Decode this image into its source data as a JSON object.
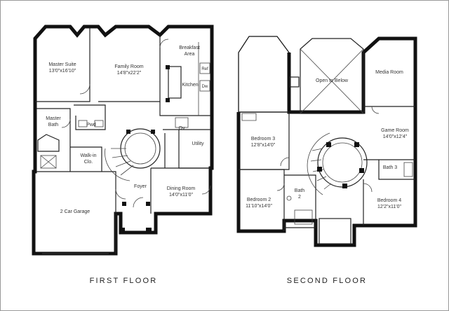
{
  "floors": [
    {
      "title": "FIRST FLOOR",
      "rooms": {
        "master_suite": {
          "name": "Master Suite",
          "dim": "13'0\"x16'10\""
        },
        "family_room": {
          "name": "Family Room",
          "dim": "14'8\"x22'2\""
        },
        "breakfast": {
          "name": "Breakfast",
          "name2": "Area"
        },
        "kitchen": {
          "name": "Kitchen"
        },
        "ref": {
          "name": "Ref"
        },
        "dw": {
          "name": "Dw"
        },
        "master_bath": {
          "name": "Master",
          "name2": "Bath"
        },
        "pwd": {
          "name": "Pwd"
        },
        "ov": {
          "name": "Ov"
        },
        "utility": {
          "name": "Utility"
        },
        "walkin": {
          "name": "Walk-in",
          "name2": "Clo."
        },
        "foyer": {
          "name": "Foyer"
        },
        "dining_room": {
          "name": "Dining Room",
          "dim": "14'0\"x11'0\""
        },
        "garage": {
          "name": "2 Car Garage"
        }
      }
    },
    {
      "title": "SECOND FLOOR",
      "rooms": {
        "open_below": {
          "name": "Open to Below"
        },
        "media_room": {
          "name": "Media Room"
        },
        "bedroom3": {
          "name": "Bedroom 3",
          "dim": "12'8\"x14'0\""
        },
        "game_room": {
          "name": "Game Room",
          "dim": "14'0\"x12'4\""
        },
        "bath3": {
          "name": "Bath 3"
        },
        "bath2": {
          "name": "Bath",
          "name2": "2"
        },
        "bedroom2": {
          "name": "Bedroom 2",
          "dim": "11'10\"x14'0\""
        },
        "bedroom4": {
          "name": "Bedroom 4",
          "dim": "12'2\"x11'0\""
        }
      }
    }
  ]
}
